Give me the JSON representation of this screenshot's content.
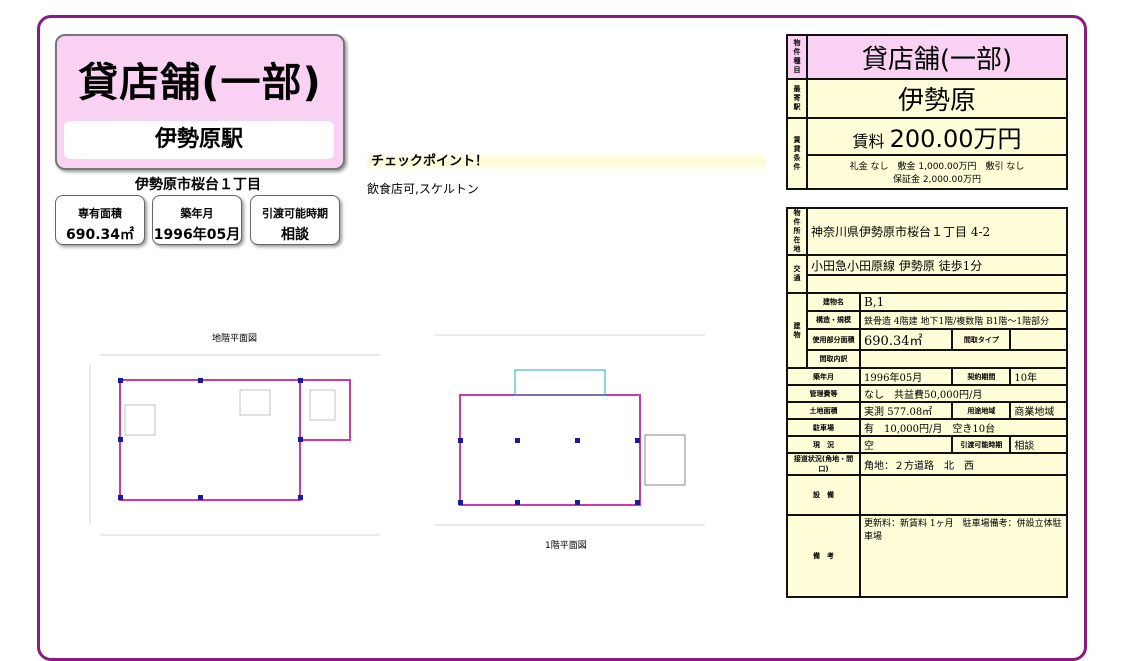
{
  "title": "貸店舗(一部)",
  "station": "伊勢原駅",
  "address_short": "伊勢原市桜台１丁目",
  "info": [
    {
      "label": "専有面積",
      "value": "690.34㎡"
    },
    {
      "label": "築年月",
      "value": "1996年05月"
    },
    {
      "label": "引渡可能時期",
      "value": "相談"
    }
  ],
  "checkpoint": {
    "title": "チェックポイント！",
    "text": "飲食店可,スケルトン"
  },
  "plans": {
    "basement": "地階平面図",
    "first": "1階平面図"
  },
  "summary": {
    "type_label": "物件種目",
    "type": "貸店舗(一部)",
    "station_label": "最寄駅",
    "station": "伊勢原",
    "terms_label": "賃貸条件",
    "rent_prefix": "賃料",
    "rent": "200.00万円",
    "terms_line1": "礼金 なし　敷金 1,000.00万円　敷引 なし",
    "terms_line2": "保証金 2,000.00万円"
  },
  "details": {
    "location_label": "物件所在地",
    "location": "神奈川県伊勢原市桜台１丁目 4-2",
    "transport_label": "交通",
    "transport": "小田急小田原線 伊勢原 徒歩1分",
    "building_label": "建物",
    "bname_label": "建物名",
    "bname": "B,1",
    "structure_label": "構造・規模",
    "structure": "鉄骨造 4階建 地下1階/複数階 B1階～1階部分",
    "area_label": "使用部分面積",
    "area": "690.34㎡",
    "layout_type_label": "間取タイプ",
    "layout_detail_label": "間取内訳",
    "built_label": "築年月",
    "built": "1996年05月",
    "contract_label": "契約期間",
    "contract": "10年",
    "mgmt_label": "管理費等",
    "mgmt": "なし　共益費50,000円/月",
    "land_label": "土地面積",
    "land": "実測 577.08㎡",
    "zone_label": "用途地域",
    "zone": "商業地域",
    "parking_label": "駐車場",
    "parking": "有　10,000円/月　空き10台",
    "status_label": "現　況",
    "status": "空",
    "handover_label": "引渡可能時期",
    "handover": "相談",
    "road_label": "接道状況(角地・間口)",
    "road": "角地：２方道路　北　西",
    "equip_label": "設　備",
    "remarks_label": "備　考",
    "remarks": "更新料：新賃料 1ヶ月　駐車場備考：併設立体駐車場"
  }
}
